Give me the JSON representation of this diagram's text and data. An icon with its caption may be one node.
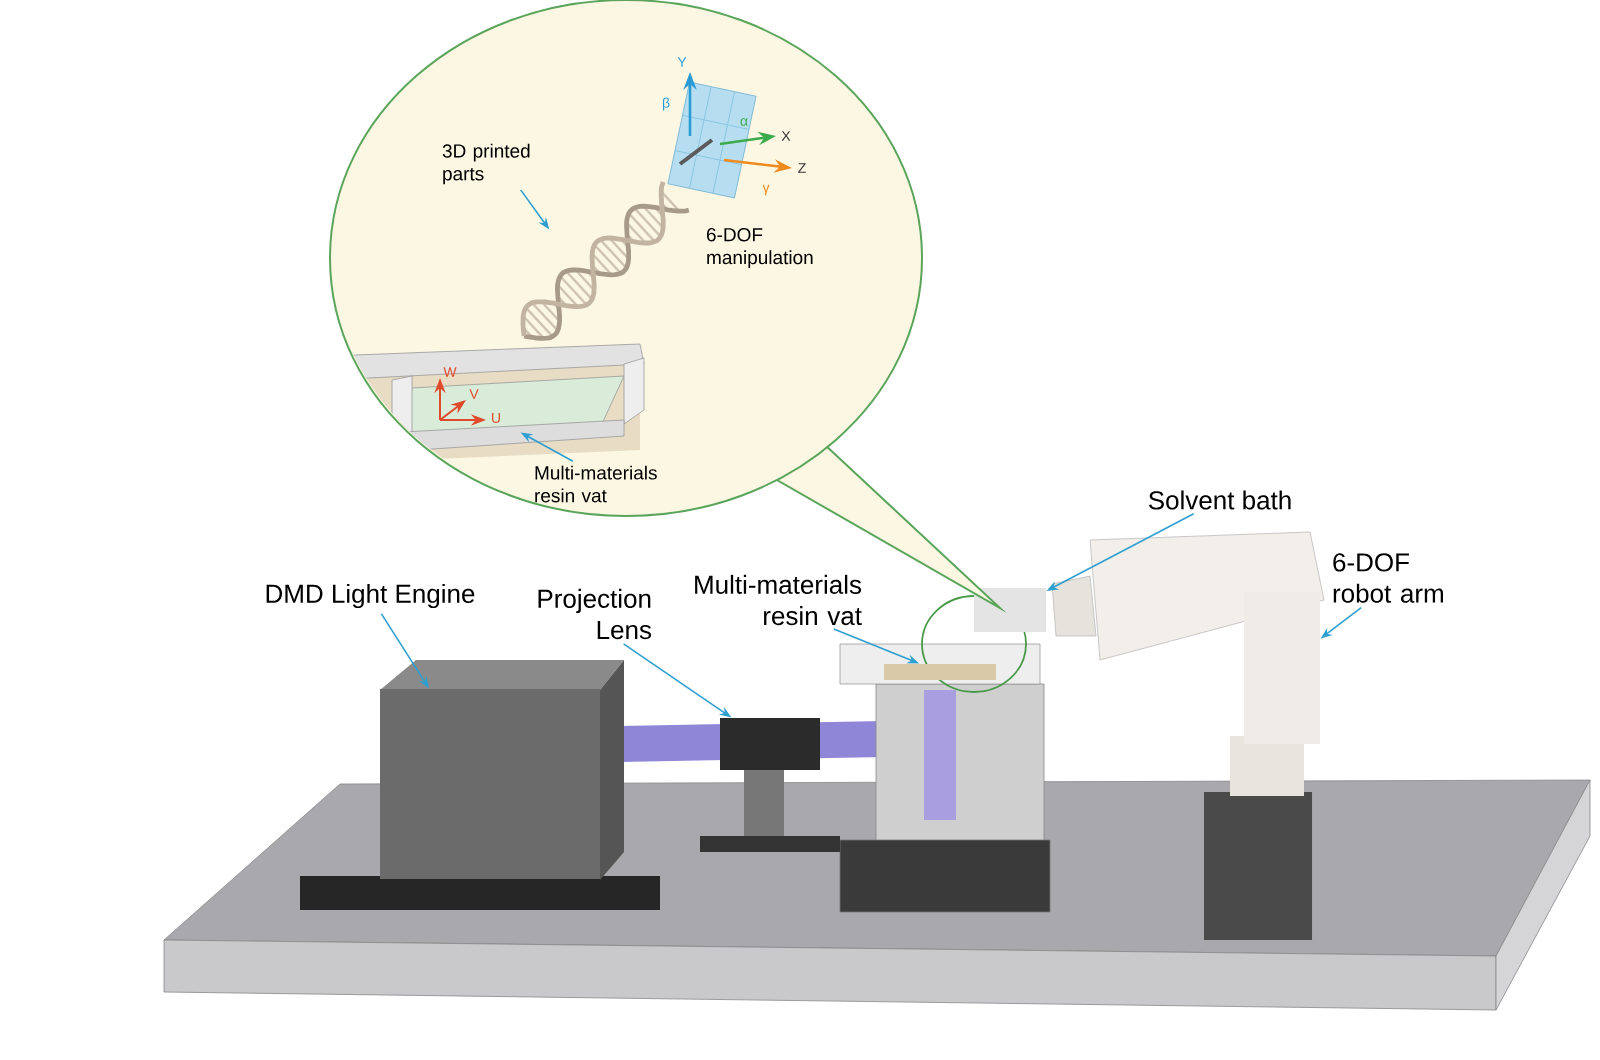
{
  "diagram": {
    "nodes": [
      {
        "text": [
          "DMD Light Engine"
        ]
      },
      {
        "text": [],
        "shape": "picture"
      },
      {
        "text": [
          "Projection Lens"
        ]
      },
      {
        "text": [],
        "shape": "picture"
      },
      {
        "text": [
          "Multi-materials resin vat"
        ]
      },
      {
        "text": [],
        "shape": "box"
      },
      {
        "text": [
          "Solvent bath"
        ]
      },
      {
        "text": [],
        "shape": "box"
      },
      {
        "text": [
          "6-DOF robot arm"
        ]
      },
      {
        "text": [],
        "shape": "picture"
      },
      {
        "text": [],
        "shape": "circle"
      },
      {
        "text": [
          "3D printed parts"
        ],
        "in": 10
      },
      {
        "text": [],
        "shape": "picture",
        "in": 10
      },
      {
        "text": [
          "6-DOF manipulation"
        ],
        "in": 10
      },
      {
        "text": [
          "Multi-materials resin vat"
        ],
        "in": 10
      },
      {
        "text": [],
        "shape": "picture",
        "in": 10
      }
    ],
    "edges": [
      {
        "from": 0,
        "to": 1,
        "arrow": "to"
      },
      {
        "from": 2,
        "to": 3,
        "arrow": "to"
      },
      {
        "from": 4,
        "to": 5,
        "arrow": "to"
      },
      {
        "from": 6,
        "to": 7,
        "arrow": "to"
      },
      {
        "from": 8,
        "to": 9,
        "arrow": "to"
      },
      {
        "from": 11,
        "to": 12,
        "arrow": "to"
      },
      {
        "from": 14,
        "to": 15,
        "arrow": "to"
      }
    ],
    "labels": [
      "Y",
      "β",
      "α",
      "X",
      "Z",
      "γ",
      "W",
      "V",
      "U"
    ]
  }
}
